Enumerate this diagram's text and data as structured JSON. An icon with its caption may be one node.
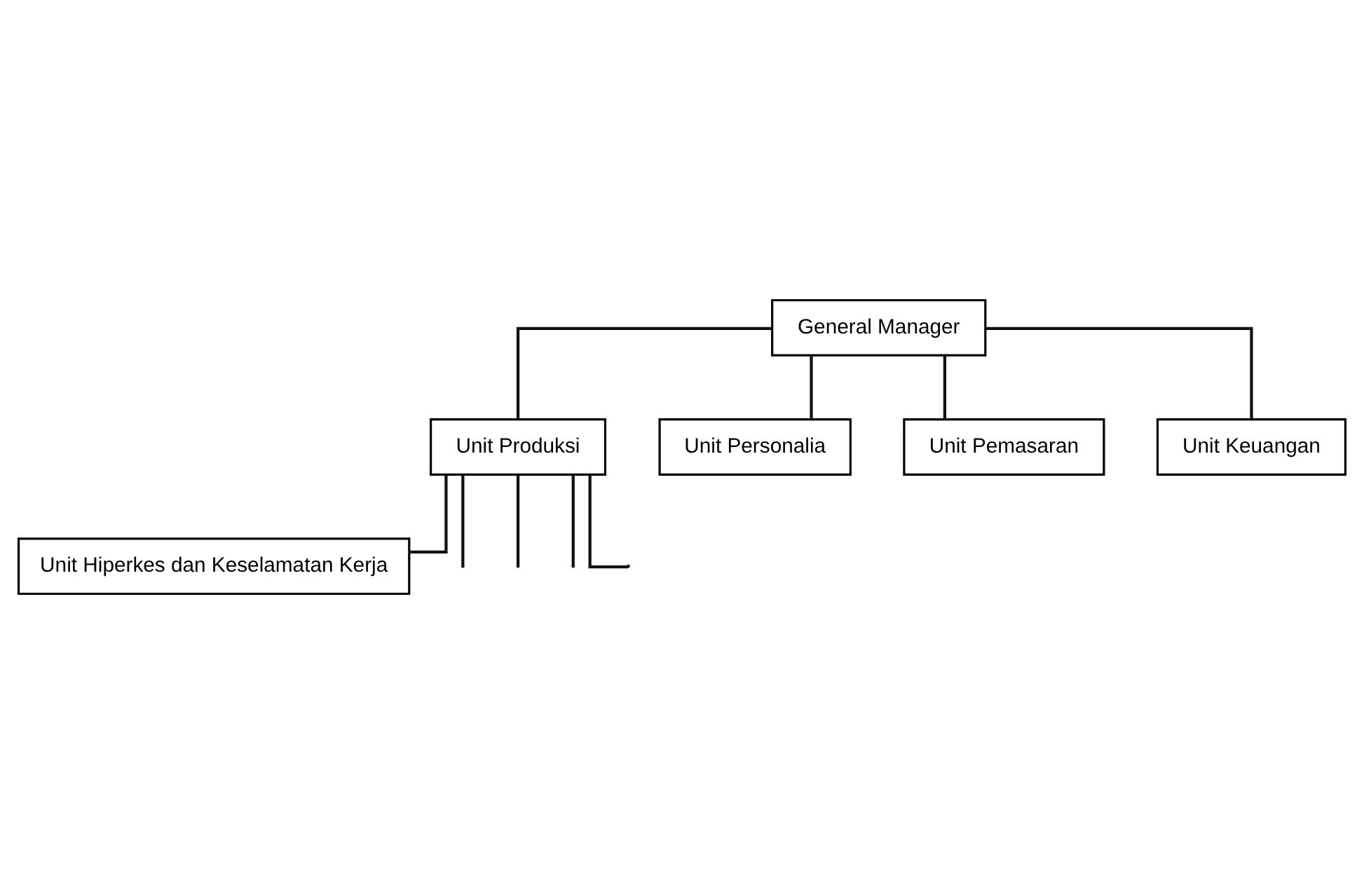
{
  "diagram": {
    "nodes": [
      {
        "text": [
          "General Manager"
        ]
      },
      {
        "text": [
          "Unit Produksi"
        ]
      },
      {
        "text": [
          "Unit Personalia"
        ]
      },
      {
        "text": [
          "Unit Pemasaran"
        ]
      },
      {
        "text": [
          "Unit Keuangan"
        ]
      },
      {
        "text": [
          "Unit Hiperkes dan Keselamatan Kerja"
        ]
      }
    ],
    "edges": [
      {
        "from": 0,
        "to": 1,
        "arrow": "none"
      },
      {
        "from": 0,
        "to": 2,
        "arrow": "none"
      },
      {
        "from": 0,
        "to": 3,
        "arrow": "none"
      },
      {
        "from": 0,
        "to": 4,
        "arrow": "none"
      },
      {
        "from": 1,
        "to": 5,
        "arrow": "none"
      },
      {
        "from": 1,
        "to": null,
        "arrow": "none"
      },
      {
        "from": 1,
        "to": null,
        "arrow": "none"
      },
      {
        "from": 1,
        "to": null,
        "arrow": "none"
      },
      {
        "from": 1,
        "to": null,
        "arrow": "none"
      }
    ]
  }
}
